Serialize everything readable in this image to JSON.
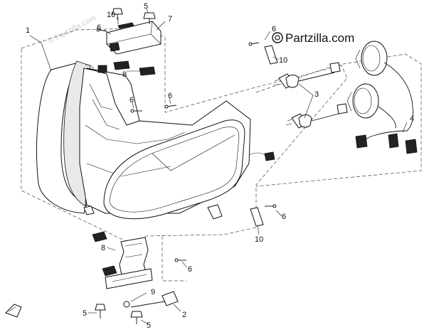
{
  "brand": {
    "text": "Partzilla.com"
  },
  "watermark": {
    "text": "© Partzilla.com"
  },
  "callouts": [
    {
      "key": "c1",
      "label": "1"
    },
    {
      "key": "c2",
      "label": "2"
    },
    {
      "key": "c3",
      "label": "3"
    },
    {
      "key": "c4",
      "label": "4"
    },
    {
      "key": "c5a",
      "label": "5"
    },
    {
      "key": "c5b",
      "label": "5"
    },
    {
      "key": "c5c",
      "label": "5"
    },
    {
      "key": "c6a",
      "label": "6"
    },
    {
      "key": "c6b",
      "label": "6"
    },
    {
      "key": "c6c",
      "label": "6"
    },
    {
      "key": "c6d",
      "label": "6"
    },
    {
      "key": "c6e",
      "label": "6"
    },
    {
      "key": "c6f",
      "label": "6"
    },
    {
      "key": "c7",
      "label": "7"
    },
    {
      "key": "c8a",
      "label": "8"
    },
    {
      "key": "c8b",
      "label": "8"
    },
    {
      "key": "c9",
      "label": "9"
    },
    {
      "key": "c10a",
      "label": "10"
    },
    {
      "key": "c10b",
      "label": "10"
    },
    {
      "key": "c10c",
      "label": "10"
    }
  ],
  "icons": {
    "front_arrow": "front-direction-arrow-icon",
    "brand_logo": "partzilla-logo-icon"
  },
  "colors": {
    "ink": "#111111",
    "paper": "#ffffff",
    "watermark": "#cfcfcf"
  }
}
